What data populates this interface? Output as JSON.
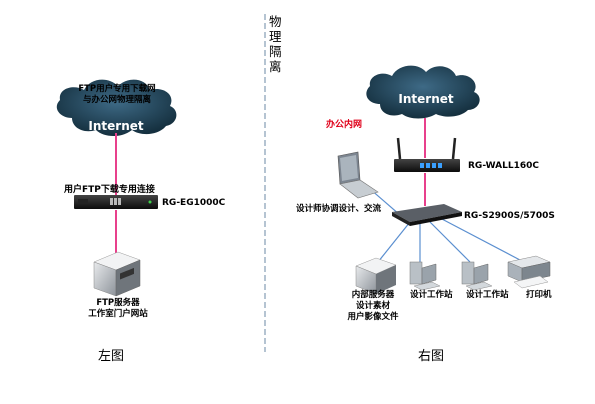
{
  "divider_label": "物理隔离",
  "left": {
    "cloud_note": [
      "FTP用户专用下载网",
      "与办公网物理隔离"
    ],
    "internet": "Internet",
    "link_label": "用户FTP下载专用连接",
    "device": "RG-EG1000C",
    "server_label": [
      "FTP服务器",
      "工作室门户网站"
    ],
    "caption": "左图"
  },
  "right": {
    "internet": "Internet",
    "office_net": "办公内网",
    "firewall": "RG-WALL160C",
    "switch": "RG-S2900S/5700S",
    "laptop_label": "设计师协调设计、交流",
    "server_label": [
      "内部服务器",
      "设计素材",
      "用户影像文件"
    ],
    "ws1_label": "设计工作站",
    "ws2_label": "设计工作站",
    "printer_label": "打印机",
    "caption": "右图"
  },
  "colors": {
    "cloud": "#1f3f55",
    "link": "#e8408c",
    "line_blue": "#5b8fd0",
    "divider": "#6b8aa6",
    "accent_red": "#e0001a"
  }
}
